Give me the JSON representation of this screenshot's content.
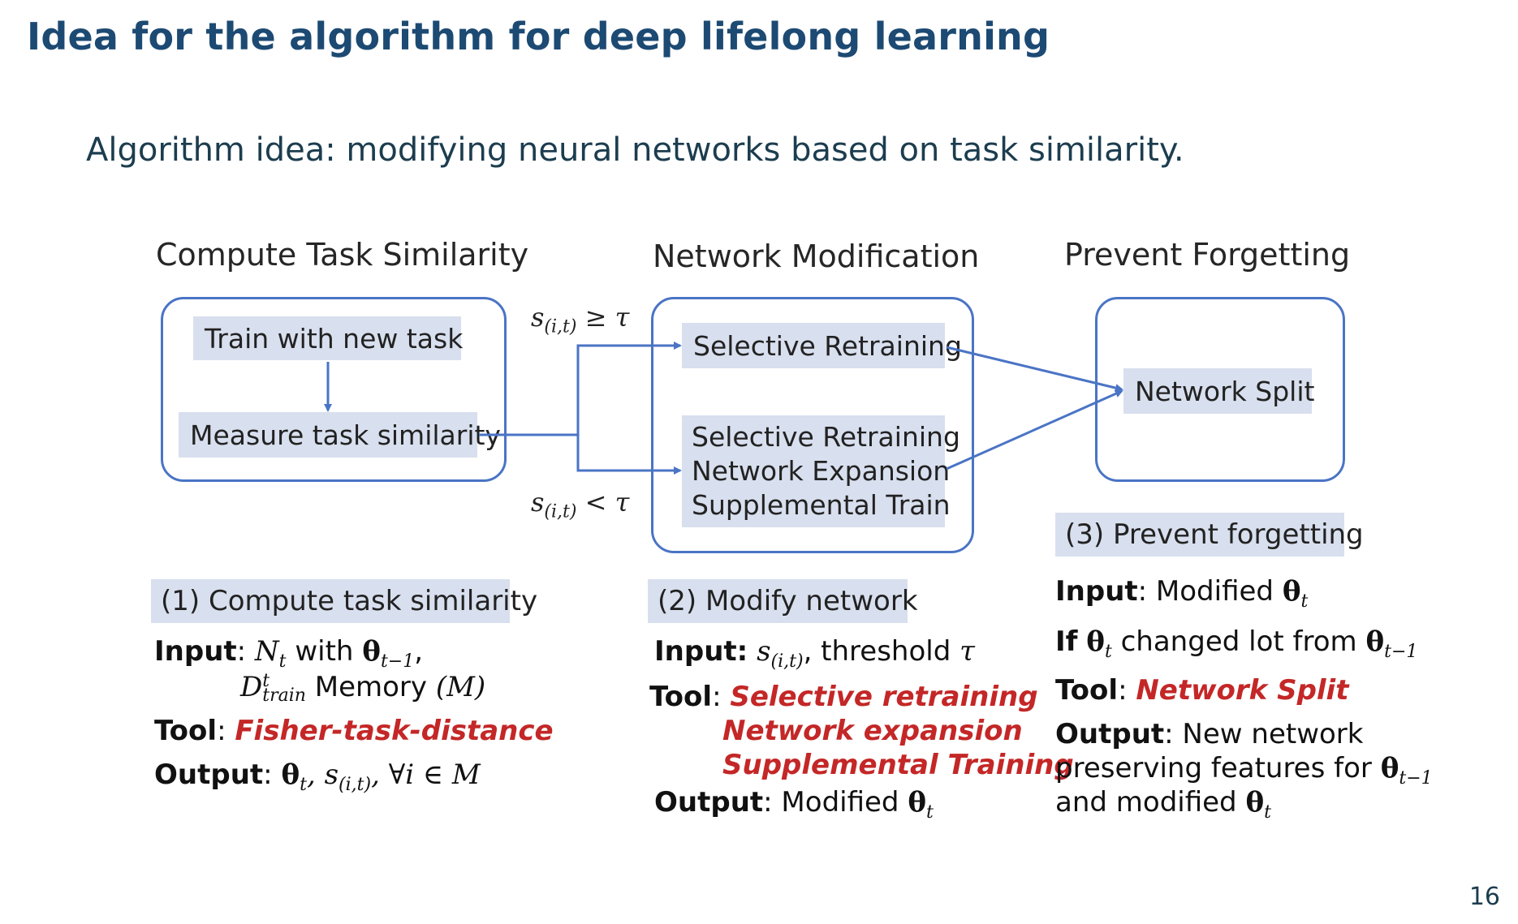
{
  "title": "Idea for the algorithm for deep lifelong learning",
  "subtitle": "Algorithm idea: modifying neural networks based on task similarity.",
  "columns": {
    "compute": "Compute Task Similarity",
    "modify": "Network Modification",
    "prevent": "Prevent Forgetting"
  },
  "boxes": {
    "train": "Train with new task",
    "measure": "Measure task similarity",
    "selective": "Selective Retraining",
    "combo": [
      "Selective Retraining",
      "Network Expansion",
      "Supplemental Train"
    ],
    "split": "Network Split"
  },
  "conditions": {
    "ge_var": "s",
    "ge_sub": "(i,t)",
    "ge_op": " ≥ τ",
    "lt_var": "s",
    "lt_sub": "(i,t)",
    "lt_op": " < τ"
  },
  "sections": {
    "s1": {
      "tag": "(1) Compute task similarity",
      "input_label": "Input",
      "input_text1": "N",
      "input_sub1": "t",
      "input_text2": " with ",
      "input_theta": "θ",
      "input_sub2": "t−1",
      "input_comma": ",",
      "input_line2_d": "D",
      "input_line2_sup": "t",
      "input_line2_sub": "train",
      "input_line2_rest": " Memory ",
      "input_line2_m": "(M)",
      "tool_label": "Tool",
      "tool_value": "Fisher-task-distance",
      "output_label": "Output",
      "output_theta": "θ",
      "output_sub": "t",
      "output_s": ", s",
      "output_s_sub": "(i,t)",
      "output_rest": ", ∀i ∈ M"
    },
    "s2": {
      "tag": "(2) Modify network",
      "input_label": "Input:",
      "input_s": "s",
      "input_sub": "(i,t)",
      "input_rest": ", threshold ",
      "input_tau": "τ",
      "tool_label": "Tool",
      "tools": [
        "Selective retraining",
        "Network expansion",
        "Supplemental Training"
      ],
      "output_label": "Output",
      "output_text": ": Modified ",
      "output_theta": "θ",
      "output_sub": "t"
    },
    "s3": {
      "tag": "(3) Prevent forgetting",
      "input_label": "Input",
      "input_text": ": Modified ",
      "input_theta": "θ",
      "input_sub": "t",
      "if_label": "If",
      "if_theta": "θ",
      "if_sub": "t",
      "if_text": " changed lot from ",
      "if_theta2": "θ",
      "if_sub2": "t−1",
      "tool_label": "Tool",
      "tool_value": "Network Split",
      "output_label": "Output",
      "output_line1": ": New network",
      "output_line2": "preserving features for ",
      "output_line2_theta": "θ",
      "output_line2_sub": "t−1",
      "output_line3": "and modified ",
      "output_line3_theta": "θ",
      "output_line3_sub": "t"
    }
  },
  "page_number": "16",
  "colors": {
    "title": "#1c4a73",
    "box_border": "#4a74c5",
    "tag_bg": "#d8dfee",
    "arrow": "#4a74c5",
    "tool_red": "#c42727"
  }
}
